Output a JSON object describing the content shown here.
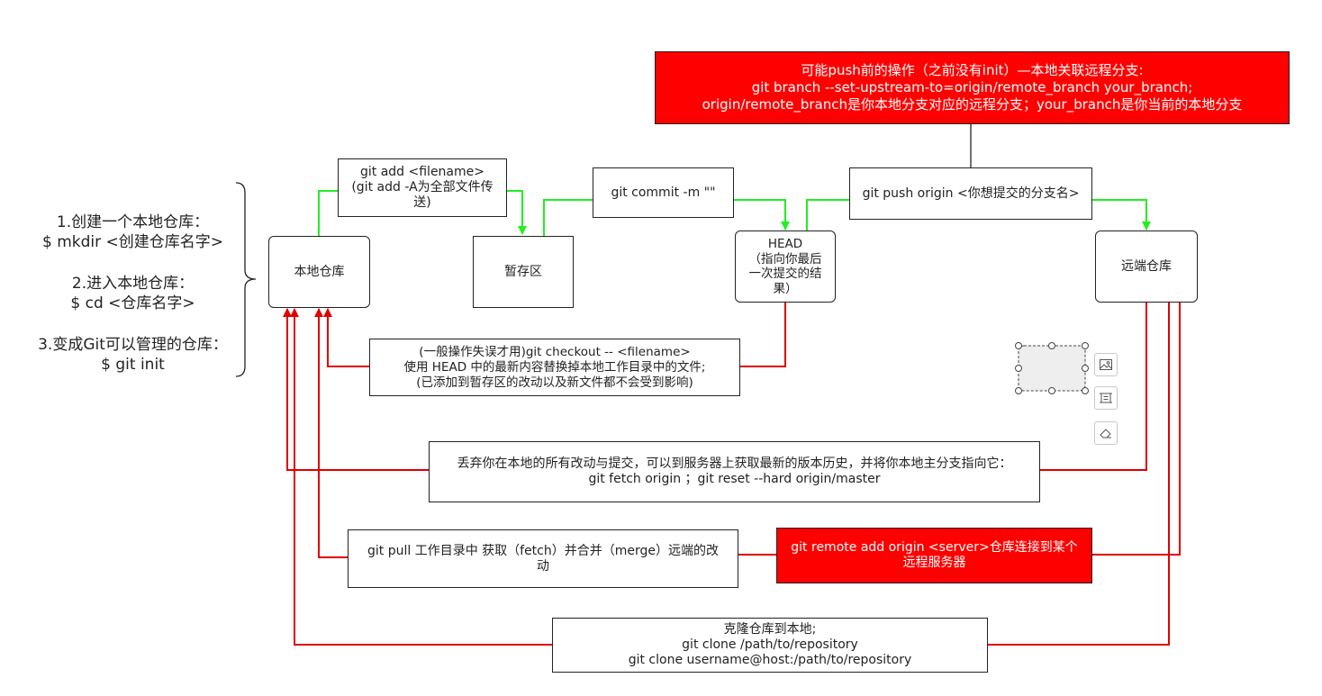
{
  "top_note": {
    "line1": "可能push前的操作（之前没有init）—本地关联远程分支:",
    "line2": "git branch --set-upstream-to=origin/remote_branch  your_branch;",
    "line3": "origin/remote_branch是你本地分支对应的远程分支；your_branch是你当前的本地分支"
  },
  "steps": [
    {
      "title": "1.创建一个本地仓库：",
      "cmd": "$ mkdir  <创建仓库名字>"
    },
    {
      "title": "2.进入本地仓库：",
      "cmd": "$ cd  <仓库名字>"
    },
    {
      "title": "3.变成Git可以管理的仓库：",
      "cmd": "$ git init"
    }
  ],
  "nodes": {
    "local_repo": "本地仓库",
    "staging": "暂存区",
    "head": {
      "line1": "HEAD",
      "line2": "（指向你最后",
      "line3": "一次提交的结",
      "line4": "果）"
    },
    "remote_repo": "远端仓库"
  },
  "actions": {
    "git_add": {
      "line1": "git add <filename>",
      "line2": "(git add -A为全部文件传",
      "line3": "送)"
    },
    "git_commit": "git commit -m \"\"",
    "git_push": "git push origin <你想提交的分支名>",
    "checkout": {
      "line1": "(一般操作失误才用)git checkout -- <filename>",
      "line2": "使用 HEAD 中的最新内容替换掉本地工作目录中的文件;",
      "line3": "(已添加到暂存区的改动以及新文件都不会受到影响)"
    },
    "reset": {
      "line1": "丢弃你在本地的所有改动与提交，可以到服务器上获取最新的版本历史，并将你本地主分支指向它：",
      "line2": "git fetch origin ；git reset --hard origin/master"
    },
    "pull": {
      "line1": "git pull 工作目录中 获取（fetch）并合并（merge）远端的改",
      "line2": "动"
    },
    "remote_add": {
      "line1": "git remote add origin <server>仓库连接到某个",
      "line2": "远程服务器"
    },
    "clone": {
      "line1": "克隆仓库到本地;",
      "line2": "git clone /path/to/repository",
      "line3": "git clone username@host:/path/to/repository"
    }
  },
  "toolbar": {
    "tools": [
      "image-icon",
      "crop-icon",
      "eraser-icon"
    ]
  },
  "colors": {
    "forward_arrow": "#22ee22",
    "backward_arrow": "#e00000",
    "highlight_fill": "#ff0000",
    "border": "#222222"
  }
}
